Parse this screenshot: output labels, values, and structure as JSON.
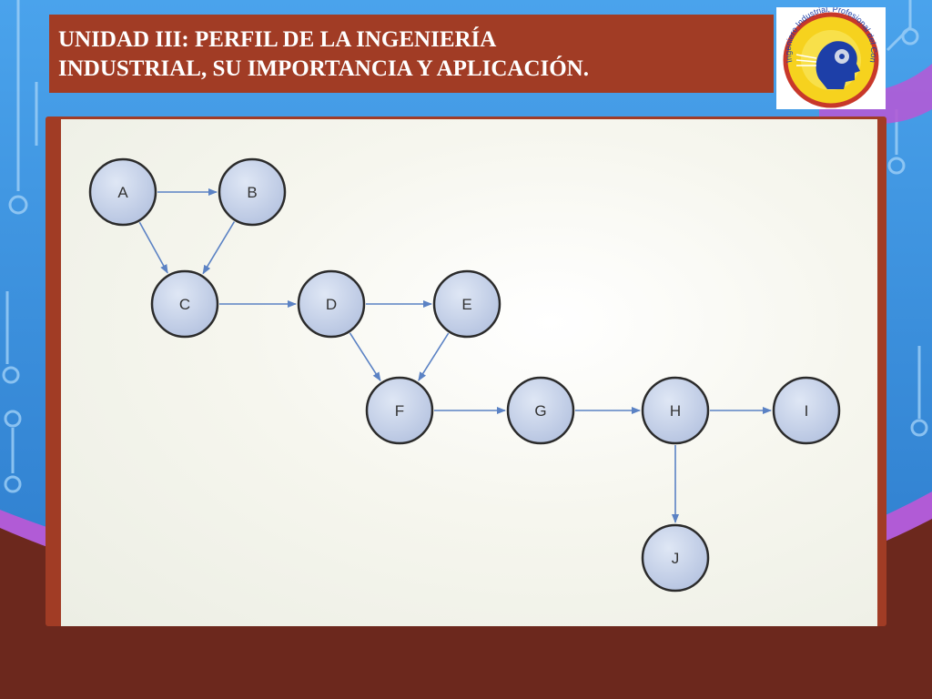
{
  "slide": {
    "title_line1": "UNIDAD III: PERFIL DE LA INGENIERÍA",
    "title_line2": "INDUSTRIAL, SU IMPORTANCIA Y APLICACIÓN.",
    "logo_text": "Ingeniero Industrial, Profesional del Conocimiento",
    "accent_color": "#a13c25"
  },
  "diagram": {
    "nodes": [
      "A",
      "B",
      "C",
      "D",
      "E",
      "F",
      "G",
      "H",
      "I",
      "J"
    ],
    "edges": [
      [
        "A",
        "B"
      ],
      [
        "A",
        "C"
      ],
      [
        "B",
        "C"
      ],
      [
        "C",
        "D"
      ],
      [
        "D",
        "E"
      ],
      [
        "D",
        "F"
      ],
      [
        "E",
        "F"
      ],
      [
        "F",
        "G"
      ],
      [
        "G",
        "H"
      ],
      [
        "H",
        "I"
      ],
      [
        "H",
        "J"
      ]
    ]
  }
}
